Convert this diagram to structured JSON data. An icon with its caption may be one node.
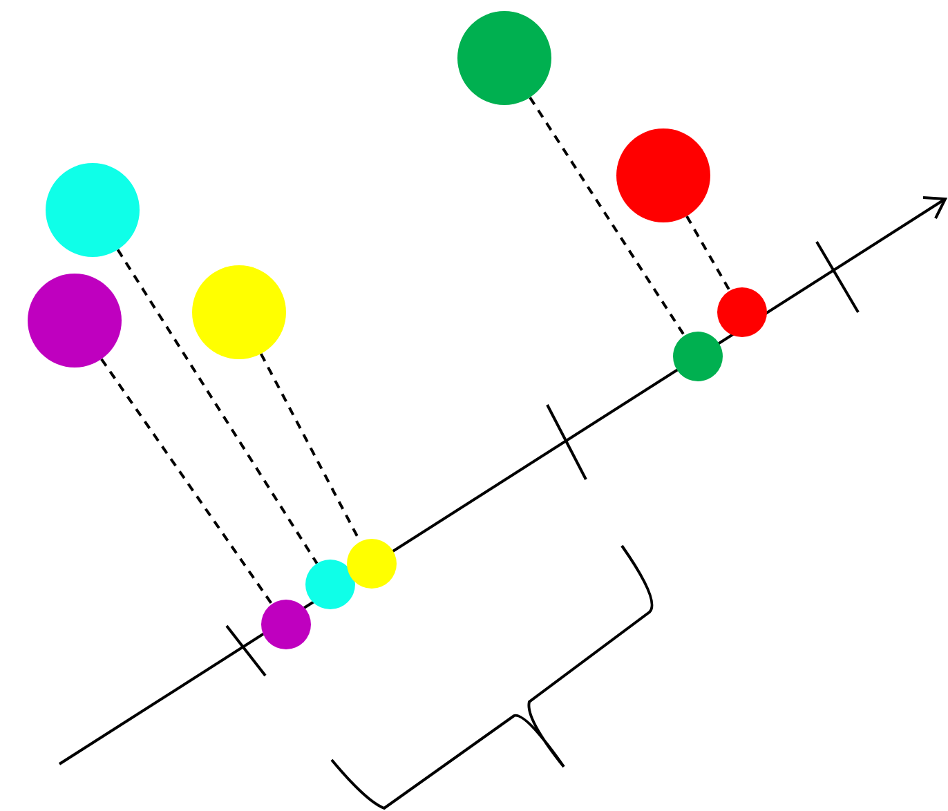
{
  "diagram": {
    "nodes": [
      {
        "text": [],
        "shape": "circle"
      },
      {
        "text": [],
        "shape": "circle"
      },
      {
        "text": [],
        "shape": "circle"
      },
      {
        "text": [],
        "shape": "circle"
      },
      {
        "text": [],
        "shape": "circle"
      },
      {
        "text": [],
        "shape": "circle"
      },
      {
        "text": [],
        "shape": "circle"
      },
      {
        "text": [],
        "shape": "circle"
      },
      {
        "text": [],
        "shape": "circle"
      },
      {
        "text": [],
        "shape": "circle"
      }
    ],
    "edges": [
      {
        "from": 0,
        "to": 5,
        "arrow": "none",
        "style": "dashed"
      },
      {
        "from": 1,
        "to": 6,
        "arrow": "none",
        "style": "dashed"
      },
      {
        "from": 2,
        "to": 7,
        "arrow": "none",
        "style": "dashed"
      },
      {
        "from": 3,
        "to": 8,
        "arrow": "none",
        "style": "dashed"
      },
      {
        "from": 4,
        "to": 9,
        "arrow": "none",
        "style": "dashed"
      }
    ]
  }
}
